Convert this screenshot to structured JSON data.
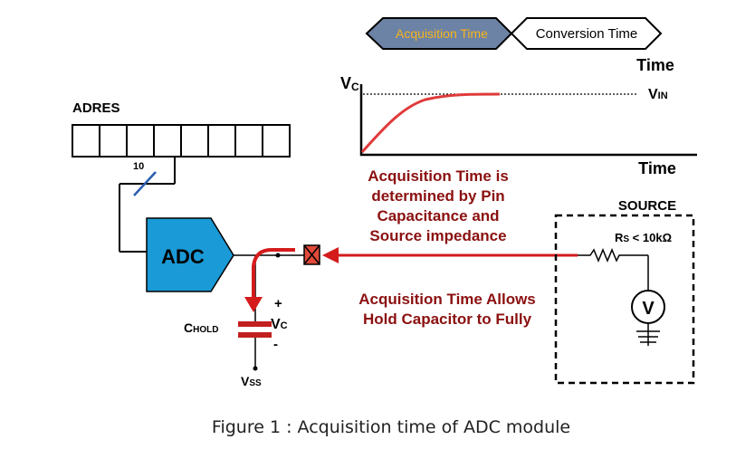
{
  "timing": {
    "acquisition_label": "Acquisition Time",
    "conversion_label": "Conversion Time",
    "time_label_top": "Time"
  },
  "graph": {
    "y_label": "Vc",
    "asymptote_label": "VIN",
    "x_label": "Time"
  },
  "register": {
    "title": "ADRES",
    "cells": 8,
    "bus_width": "10"
  },
  "adc": {
    "label": "ADC"
  },
  "source": {
    "title": "SOURCE",
    "resistor_label": "Rs < 10kΩ",
    "meter_symbol": "V"
  },
  "capacitor": {
    "name": "CHOLD",
    "plus": "+",
    "minus": "-",
    "voltage": "Vc",
    "ground": "Vss"
  },
  "annotations": {
    "acq_determined": [
      "Acquisition Time is",
      "determined by Pin",
      "Capacitance and",
      "Source impedance"
    ],
    "acq_allows": [
      "Acquisition Time Allows",
      "Hold Capacitor to Fully"
    ]
  },
  "caption": "Figure 1 : Acquisition time of ADC module",
  "colors": {
    "acq_fill": "#6d83a6",
    "acq_text": "#f7b41a",
    "adc_fill": "#1a9ad6",
    "red": "#d41c1c",
    "dark_red": "#8b1010",
    "bus_slash": "#2a5db0"
  }
}
